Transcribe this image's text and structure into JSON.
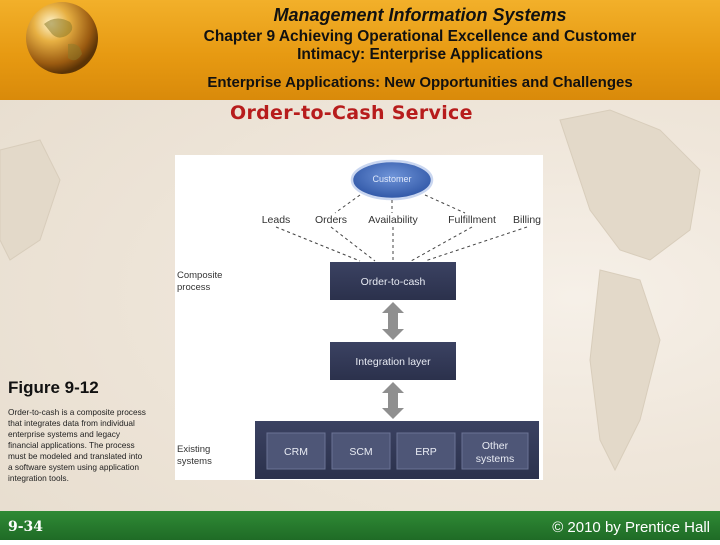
{
  "header": {
    "title": "Management Information Systems",
    "chapter": "Chapter 9 Achieving Operational Excellence and Customer Intimacy: Enterprise Applications",
    "subtitle": "Enterprise Applications: New Opportunities and Challenges"
  },
  "slide_title": "Order-to-Cash Service",
  "diagram": {
    "customer": "Customer",
    "services": [
      "Leads",
      "Orders",
      "Availability",
      "Fulfillment",
      "Billing"
    ],
    "composite_label": [
      "Composite",
      "process"
    ],
    "order_to_cash": "Order-to-cash",
    "integration_layer": "Integration layer",
    "existing_label": [
      "Existing",
      "systems"
    ],
    "systems": [
      "CRM",
      "SCM",
      "ERP",
      [
        "Other",
        "systems"
      ]
    ]
  },
  "caption": {
    "title": "Figure 9-12",
    "text": "Order-to-cash is a composite process that integrates data from individual enterprise systems and legacy financial applications. The process must be modeled and translated into a software system using application integration tools."
  },
  "footer": {
    "slide_number": "9-34",
    "copyright": "© 2010 by Prentice Hall"
  },
  "colors": {
    "header": "#e79a12",
    "footer": "#1f6b26",
    "slide_title": "#b71c1c",
    "box_dark": "#333a57",
    "customer_oval": "#3a64b0"
  }
}
